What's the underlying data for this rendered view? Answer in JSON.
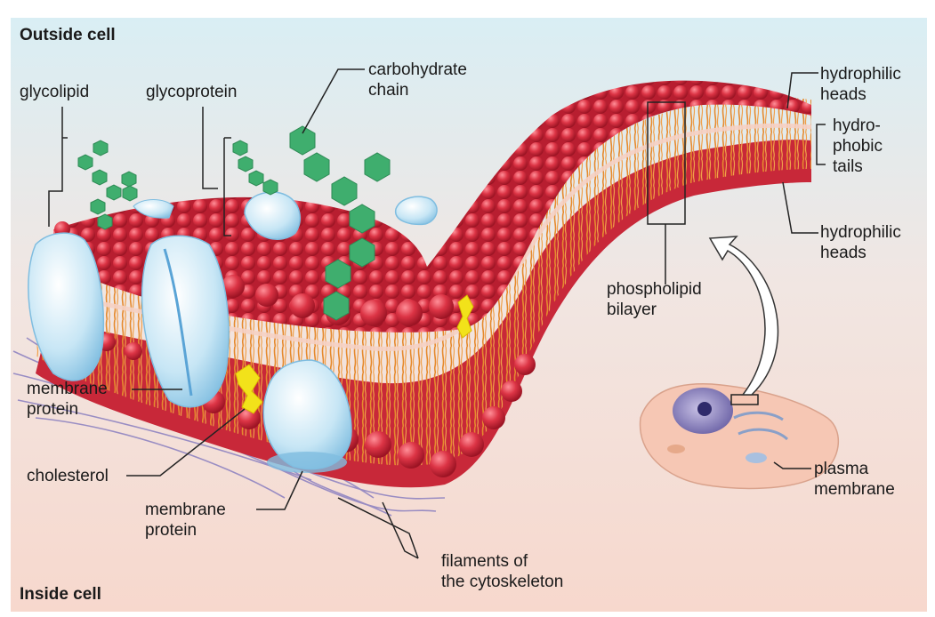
{
  "regions": {
    "outside": "Outside cell",
    "inside": "Inside cell"
  },
  "labels": {
    "glycolipid": "glycolipid",
    "glycoprotein": "glycoprotein",
    "carbohydrate_chain": "carbohydrate\nchain",
    "hydrophilic_heads_top": "hydrophilic\nheads",
    "hydrophobic_tails": "hydro-\nphobic\ntails",
    "hydrophilic_heads_bottom": "hydrophilic\nheads",
    "phospholipid_bilayer": "phospholipid\nbilayer",
    "membrane_protein_left": "membrane\nprotein",
    "cholesterol": "cholesterol",
    "membrane_protein_bottom": "membrane\nprotein",
    "filaments": "filaments of\nthe cytoskeleton",
    "plasma_membrane": "plasma\nmembrane"
  },
  "colors": {
    "outside_bg": "#dbeef3",
    "inside_bg": "#f6dcd3",
    "phospholipid_head": "#d42c3c",
    "phospholipid_tail": "#e58a2e",
    "carbohydrate": "#3fae6e",
    "protein": "#bfe2f3",
    "cholesterol": "#f2e21a",
    "cytoskeleton": "#8a7fc0"
  }
}
